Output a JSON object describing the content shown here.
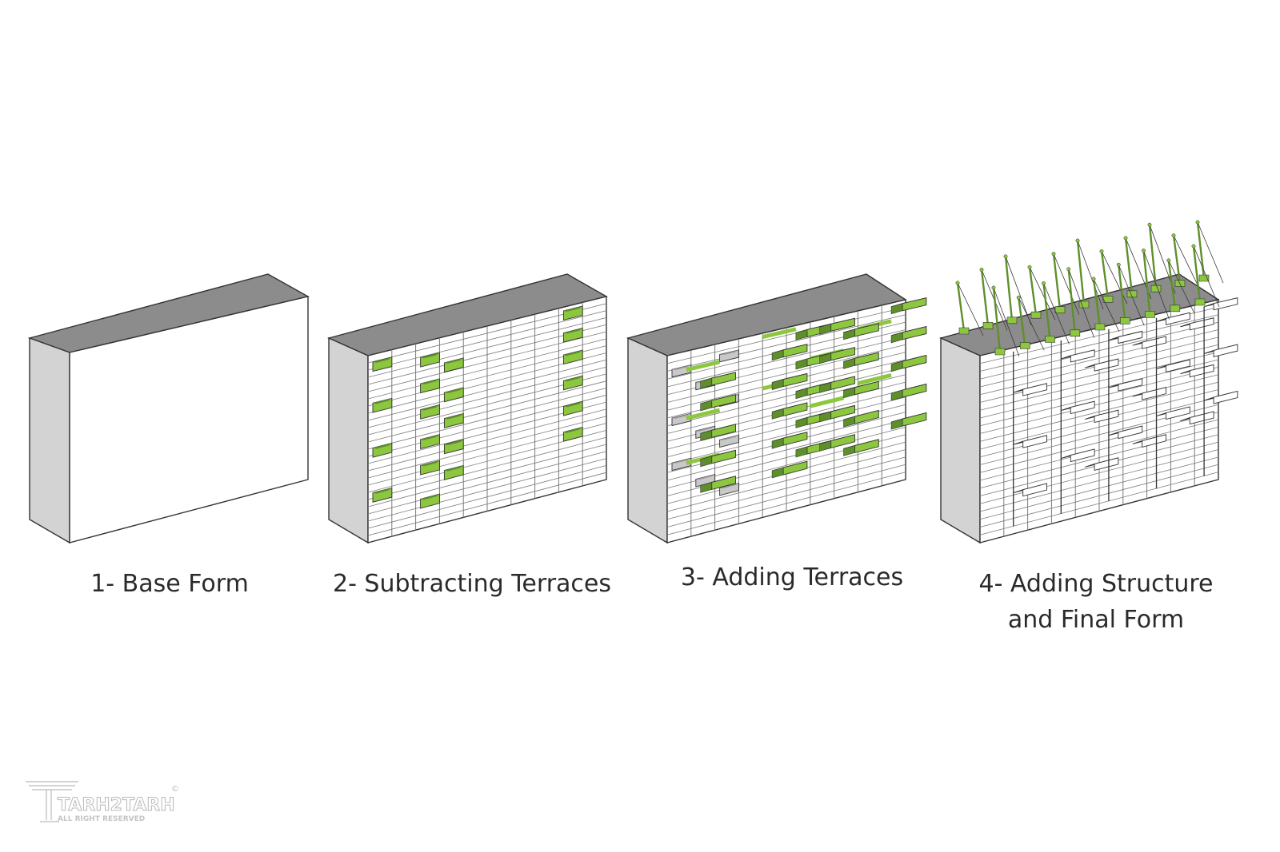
{
  "steps": [
    {
      "label": "1- Base Form"
    },
    {
      "label": "2- Subtracting Terraces"
    },
    {
      "label": "3- Adding Terraces"
    },
    {
      "label": "4- Adding Structure",
      "label_line2": "and Final Form"
    }
  ],
  "watermark": {
    "brand": "TARH2TARH",
    "tagline": "ALL RIGHT RESERVED",
    "mark": "©"
  },
  "colors": {
    "top_face": "#8c8c8c",
    "side_face": "#d3d3d3",
    "front_face": "#ffffff",
    "edge": "#333333",
    "grid_line": "#7a7a7a",
    "terrace_green": "#8dc63f",
    "terrace_dark": "#5e8f2a",
    "text": "#2a2a2a"
  }
}
